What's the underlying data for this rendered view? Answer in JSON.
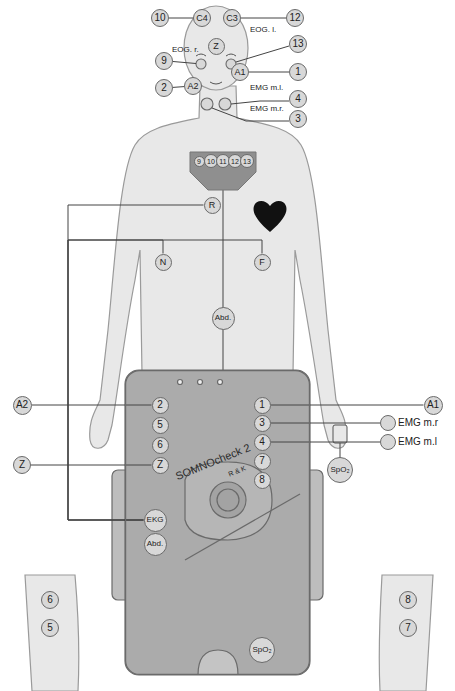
{
  "diagram": {
    "nodes": [
      {
        "text": [
          "10"
        ]
      },
      {
        "text": [
          "C4"
        ]
      },
      {
        "text": [
          "C3"
        ]
      },
      {
        "text": [
          "12"
        ]
      },
      {
        "text": [
          "Z"
        ]
      },
      {
        "text": [
          "13"
        ]
      },
      {
        "text": [
          "9"
        ]
      },
      {
        "text": [
          "2"
        ]
      },
      {
        "text": [
          "A2"
        ]
      },
      {
        "text": [
          "A1"
        ]
      },
      {
        "text": [
          "1"
        ]
      },
      {
        "text": [
          "4"
        ]
      },
      {
        "text": [
          "3"
        ]
      },
      {
        "text": [
          "9"
        ]
      },
      {
        "text": [
          "10"
        ]
      },
      {
        "text": [
          "11"
        ]
      },
      {
        "text": [
          "12"
        ]
      },
      {
        "text": [
          "13"
        ]
      },
      {
        "text": [
          "R"
        ]
      },
      {
        "text": [
          "N"
        ]
      },
      {
        "text": [
          "F"
        ]
      },
      {
        "text": [
          "Abd."
        ]
      },
      {
        "text": [
          "SOMNOcheck 2",
          "R & K"
        ]
      },
      {
        "text": [
          "1"
        ],
        "in": 22
      },
      {
        "text": [
          "2"
        ],
        "in": 22
      },
      {
        "text": [
          "3"
        ],
        "in": 22
      },
      {
        "text": [
          "5"
        ],
        "in": 22
      },
      {
        "text": [
          "4"
        ],
        "in": 22
      },
      {
        "text": [
          "6"
        ],
        "in": 22
      },
      {
        "text": [
          "7"
        ],
        "in": 22
      },
      {
        "text": [
          "Z"
        ],
        "in": 22
      },
      {
        "text": [
          "8"
        ],
        "in": 22
      },
      {
        "text": [
          "EKG"
        ],
        "in": 22
      },
      {
        "text": [
          "Abd."
        ],
        "in": 22
      },
      {
        "text": [
          "SpO₂"
        ],
        "in": 22
      },
      {
        "text": [
          "A2"
        ]
      },
      {
        "text": [
          "A1"
        ]
      },
      {
        "text": [
          "EMG m.r"
        ]
      },
      {
        "text": [
          "EMG m.l"
        ]
      },
      {
        "text": [
          "SpO₂"
        ]
      },
      {
        "text": [
          "Z"
        ]
      },
      {
        "text": [
          "6"
        ]
      },
      {
        "text": [
          "5"
        ]
      },
      {
        "text": [
          "8"
        ]
      },
      {
        "text": [
          "7"
        ]
      }
    ],
    "edges": [
      {
        "from": 0,
        "to": 1,
        "arrow": "none"
      },
      {
        "from": 3,
        "to": 2,
        "arrow": "none"
      },
      {
        "from": 7,
        "to": 8,
        "arrow": "none"
      },
      {
        "from": 10,
        "to": 9,
        "arrow": "none"
      },
      {
        "from": 18,
        "to": 32,
        "arrow": "none"
      },
      {
        "from": 19,
        "to": 32,
        "arrow": "none"
      },
      {
        "from": 20,
        "to": 32,
        "arrow": "none"
      },
      {
        "from": 35,
        "to": 24,
        "arrow": "none"
      },
      {
        "from": 40,
        "to": 30,
        "arrow": "none"
      },
      {
        "from": 36,
        "to": 23,
        "arrow": "none"
      },
      {
        "from": 37,
        "to": 25,
        "arrow": "none"
      },
      {
        "from": 38,
        "to": 27,
        "arrow": "none"
      }
    ],
    "labels": [
      "EOG. r.",
      "EOG. l.",
      "EMG m.l.",
      "EMG m.r."
    ]
  }
}
